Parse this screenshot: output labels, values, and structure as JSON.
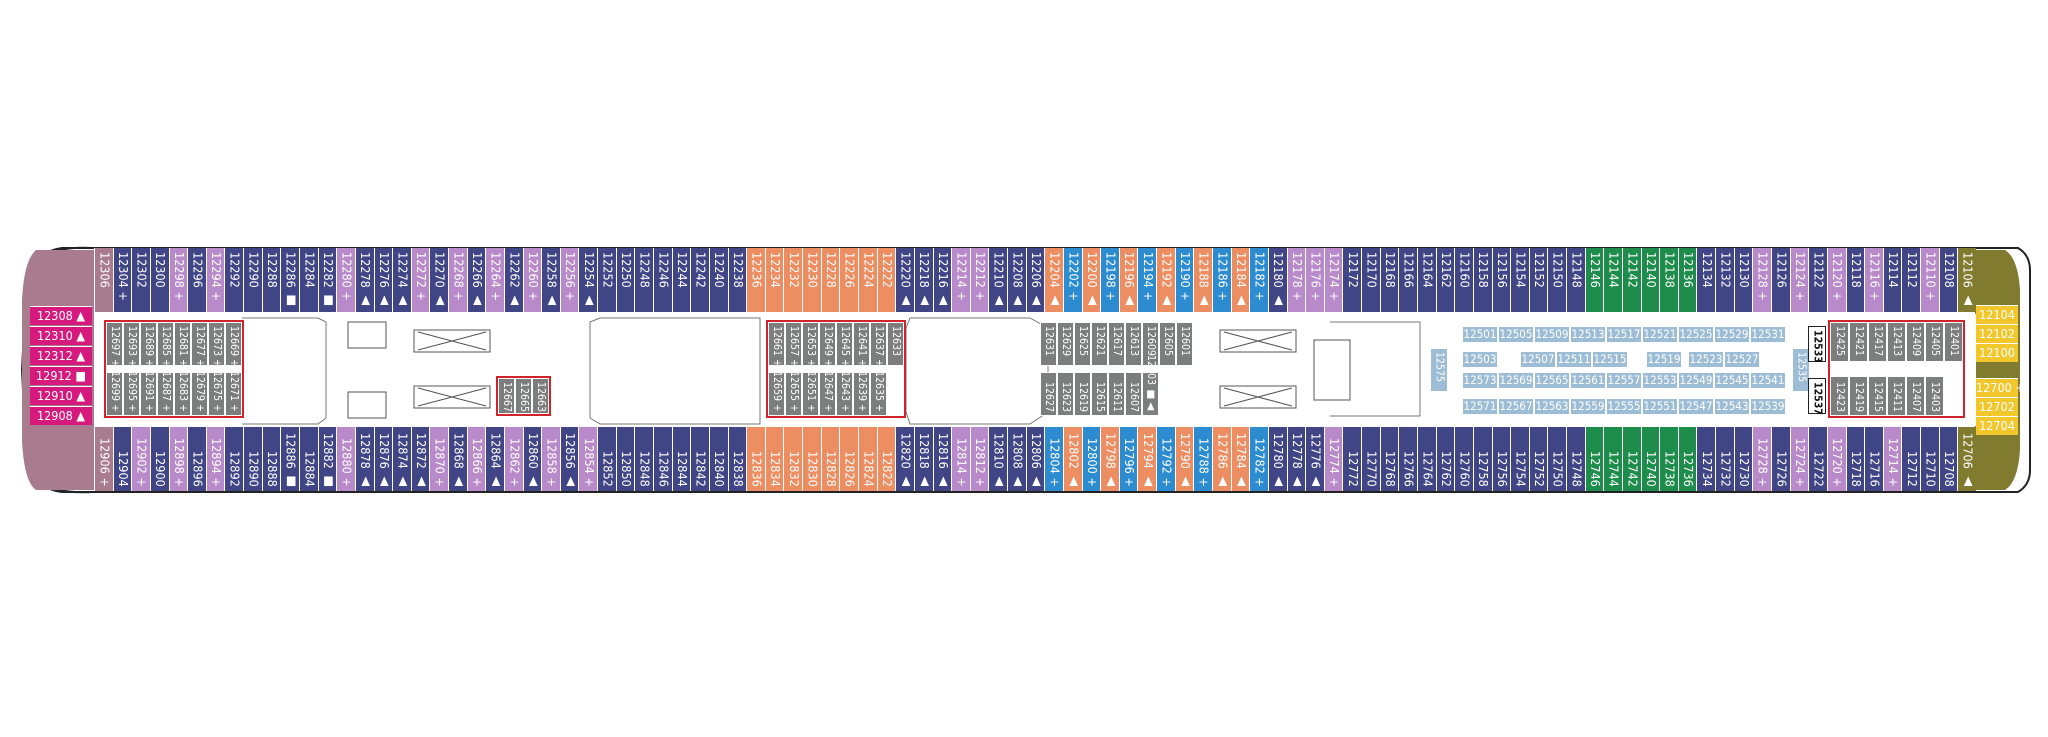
{
  "colors": {
    "navy": "#404586",
    "lilac": "#b98ac9",
    "orange": "#ec8d62",
    "blue": "#2c8ccf",
    "green": "#1e8c4a",
    "grey": "#7c7d7d",
    "lightblue": "#9dbdd6",
    "magenta": "#d6197c",
    "mauve": "#a97b8e",
    "olive": "#817b2f",
    "yellow": "#f1c72c",
    "red": "#d2232a"
  },
  "top_row": [
    {
      "label": "12306",
      "color": "mauve"
    },
    {
      "label": "12304 +",
      "color": "navy"
    },
    {
      "label": "12302",
      "color": "navy"
    },
    {
      "label": "12300",
      "color": "navy"
    },
    {
      "label": "12298 +",
      "color": "lilac"
    },
    {
      "label": "12296",
      "color": "navy"
    },
    {
      "label": "12294 +",
      "color": "lilac"
    },
    {
      "label": "12292",
      "color": "navy"
    },
    {
      "label": "12290",
      "color": "navy"
    },
    {
      "label": "12288",
      "color": "navy"
    },
    {
      "label": "12286 ■",
      "color": "navy"
    },
    {
      "label": "12284",
      "color": "navy"
    },
    {
      "label": "12282 ■",
      "color": "navy"
    },
    {
      "label": "12280 +",
      "color": "lilac"
    },
    {
      "label": "12278 ▲",
      "color": "navy"
    },
    {
      "label": "12276 ▲",
      "color": "navy"
    },
    {
      "label": "12274 ▲",
      "color": "navy"
    },
    {
      "label": "12272 +",
      "color": "lilac"
    },
    {
      "label": "12270 ▲",
      "color": "navy"
    },
    {
      "label": "12268 +",
      "color": "lilac"
    },
    {
      "label": "12266 ▲",
      "color": "navy"
    },
    {
      "label": "12264 +",
      "color": "lilac"
    },
    {
      "label": "12262 ▲",
      "color": "navy"
    },
    {
      "label": "12260 +",
      "color": "lilac"
    },
    {
      "label": "12258 ▲",
      "color": "navy"
    },
    {
      "label": "12256 +",
      "color": "lilac"
    },
    {
      "label": "12254 ▲",
      "color": "navy"
    },
    {
      "label": "12252",
      "color": "navy"
    },
    {
      "label": "12250",
      "color": "navy"
    },
    {
      "label": "12248",
      "color": "navy"
    },
    {
      "label": "12246",
      "color": "navy"
    },
    {
      "label": "12244",
      "color": "navy"
    },
    {
      "label": "12242",
      "color": "navy"
    },
    {
      "label": "12240",
      "color": "navy"
    },
    {
      "label": "12238",
      "color": "navy"
    },
    {
      "label": "12236",
      "color": "orange"
    },
    {
      "label": "12234",
      "color": "orange"
    },
    {
      "label": "12232",
      "color": "orange"
    },
    {
      "label": "12230",
      "color": "orange"
    },
    {
      "label": "12228",
      "color": "orange"
    },
    {
      "label": "12226",
      "color": "orange"
    },
    {
      "label": "12224",
      "color": "orange"
    },
    {
      "label": "12222",
      "color": "orange"
    },
    {
      "label": "12220 ▲",
      "color": "navy"
    },
    {
      "label": "12218 ▲",
      "color": "navy"
    },
    {
      "label": "12216 ▲",
      "color": "navy"
    },
    {
      "label": "12214 +",
      "color": "lilac"
    },
    {
      "label": "12212 +",
      "color": "lilac"
    },
    {
      "label": "12210 ▲",
      "color": "navy"
    },
    {
      "label": "12208 ▲",
      "color": "navy"
    },
    {
      "label": "12206 ▲",
      "color": "navy"
    },
    {
      "label": "12204 ▲",
      "color": "orange"
    },
    {
      "label": "12202 +",
      "color": "blue"
    },
    {
      "label": "12200 ▲",
      "color": "orange"
    },
    {
      "label": "12198 +",
      "color": "blue"
    },
    {
      "label": "12196 ▲",
      "color": "orange"
    },
    {
      "label": "12194 +",
      "color": "blue"
    },
    {
      "label": "12192 ▲",
      "color": "orange"
    },
    {
      "label": "12190 +",
      "color": "blue"
    },
    {
      "label": "12188 ▲",
      "color": "orange"
    },
    {
      "label": "12186 +",
      "color": "blue"
    },
    {
      "label": "12184 ▲",
      "color": "orange"
    },
    {
      "label": "12182 +",
      "color": "blue"
    },
    {
      "label": "12180 ▲",
      "color": "navy"
    },
    {
      "label": "12178 +",
      "color": "lilac"
    },
    {
      "label": "12176 +",
      "color": "lilac"
    },
    {
      "label": "12174 +",
      "color": "lilac"
    },
    {
      "label": "12172",
      "color": "navy"
    },
    {
      "label": "12170",
      "color": "navy"
    },
    {
      "label": "12168",
      "color": "navy"
    },
    {
      "label": "12166",
      "color": "navy"
    },
    {
      "label": "12164",
      "color": "navy"
    },
    {
      "label": "12162",
      "color": "navy"
    },
    {
      "label": "12160",
      "color": "navy"
    },
    {
      "label": "12158",
      "color": "navy"
    },
    {
      "label": "12156",
      "color": "navy"
    },
    {
      "label": "12154",
      "color": "navy"
    },
    {
      "label": "12152",
      "color": "navy"
    },
    {
      "label": "12150",
      "color": "navy"
    },
    {
      "label": "12148",
      "color": "navy"
    },
    {
      "label": "12146",
      "color": "green"
    },
    {
      "label": "12144",
      "color": "green"
    },
    {
      "label": "12142",
      "color": "green"
    },
    {
      "label": "12140",
      "color": "green"
    },
    {
      "label": "12138",
      "color": "green"
    },
    {
      "label": "12136",
      "color": "green"
    },
    {
      "label": "12134",
      "color": "navy"
    },
    {
      "label": "12132",
      "color": "navy"
    },
    {
      "label": "12130",
      "color": "navy"
    },
    {
      "label": "12128 +",
      "color": "lilac"
    },
    {
      "label": "12126",
      "color": "navy"
    },
    {
      "label": "12124 +",
      "color": "lilac"
    },
    {
      "label": "12122",
      "color": "navy"
    },
    {
      "label": "12120 +",
      "color": "lilac"
    },
    {
      "label": "12118",
      "color": "navy"
    },
    {
      "label": "12116 +",
      "color": "lilac"
    },
    {
      "label": "12114",
      "color": "navy"
    },
    {
      "label": "12112",
      "color": "navy"
    },
    {
      "label": "12110 +",
      "color": "lilac"
    },
    {
      "label": "12108",
      "color": "navy"
    },
    {
      "label": "12106 ▲",
      "color": "olive"
    }
  ],
  "bottom_row": [
    {
      "label": "12906 +",
      "color": "mauve"
    },
    {
      "label": "12904",
      "color": "navy"
    },
    {
      "label": "12902 +",
      "color": "lilac"
    },
    {
      "label": "12900",
      "color": "navy"
    },
    {
      "label": "12898 +",
      "color": "lilac"
    },
    {
      "label": "12896",
      "color": "navy"
    },
    {
      "label": "12894 +",
      "color": "lilac"
    },
    {
      "label": "12892",
      "color": "navy"
    },
    {
      "label": "12890",
      "color": "navy"
    },
    {
      "label": "12888",
      "color": "navy"
    },
    {
      "label": "12886 ■",
      "color": "navy"
    },
    {
      "label": "12884",
      "color": "navy"
    },
    {
      "label": "12882 ■",
      "color": "navy"
    },
    {
      "label": "12880 +",
      "color": "lilac"
    },
    {
      "label": "12878 ▲",
      "color": "navy"
    },
    {
      "label": "12876 ▲",
      "color": "navy"
    },
    {
      "label": "12874 ▲",
      "color": "navy"
    },
    {
      "label": "12872 ▲",
      "color": "navy"
    },
    {
      "label": "12870 +",
      "color": "lilac"
    },
    {
      "label": "12868 ▲",
      "color": "navy"
    },
    {
      "label": "12866 +",
      "color": "lilac"
    },
    {
      "label": "12864 ▲",
      "color": "navy"
    },
    {
      "label": "12862 +",
      "color": "lilac"
    },
    {
      "label": "12860 ▲",
      "color": "navy"
    },
    {
      "label": "12858 +",
      "color": "lilac"
    },
    {
      "label": "12856 ▲",
      "color": "navy"
    },
    {
      "label": "12854 +",
      "color": "lilac"
    },
    {
      "label": "12852",
      "color": "navy"
    },
    {
      "label": "12850",
      "color": "navy"
    },
    {
      "label": "12848",
      "color": "navy"
    },
    {
      "label": "12846",
      "color": "navy"
    },
    {
      "label": "12844",
      "color": "navy"
    },
    {
      "label": "12842",
      "color": "navy"
    },
    {
      "label": "12840",
      "color": "navy"
    },
    {
      "label": "12838",
      "color": "navy"
    },
    {
      "label": "12836",
      "color": "orange"
    },
    {
      "label": "12834",
      "color": "orange"
    },
    {
      "label": "12832",
      "color": "orange"
    },
    {
      "label": "12830",
      "color": "orange"
    },
    {
      "label": "12828",
      "color": "orange"
    },
    {
      "label": "12826",
      "color": "orange"
    },
    {
      "label": "12824",
      "color": "orange"
    },
    {
      "label": "12822",
      "color": "orange"
    },
    {
      "label": "12820 ▲",
      "color": "navy"
    },
    {
      "label": "12818 ▲",
      "color": "navy"
    },
    {
      "label": "12816 ▲",
      "color": "navy"
    },
    {
      "label": "12814 +",
      "color": "lilac"
    },
    {
      "label": "12812 +",
      "color": "lilac"
    },
    {
      "label": "12810 ▲",
      "color": "navy"
    },
    {
      "label": "12808 ▲",
      "color": "navy"
    },
    {
      "label": "12806 ▲",
      "color": "navy"
    },
    {
      "label": "12804 +",
      "color": "blue"
    },
    {
      "label": "12802 ▲",
      "color": "orange"
    },
    {
      "label": "12800 +",
      "color": "blue"
    },
    {
      "label": "12798 ▲",
      "color": "orange"
    },
    {
      "label": "12796 +",
      "color": "blue"
    },
    {
      "label": "12794 ▲",
      "color": "orange"
    },
    {
      "label": "12792 +",
      "color": "blue"
    },
    {
      "label": "12790 ▲",
      "color": "orange"
    },
    {
      "label": "12788 +",
      "color": "blue"
    },
    {
      "label": "12786 ▲",
      "color": "orange"
    },
    {
      "label": "12784 ▲",
      "color": "orange"
    },
    {
      "label": "12782 +",
      "color": "blue"
    },
    {
      "label": "12780 ▲",
      "color": "navy"
    },
    {
      "label": "12778 ▲",
      "color": "navy"
    },
    {
      "label": "12776 ▲",
      "color": "navy"
    },
    {
      "label": "12774 +",
      "color": "lilac"
    },
    {
      "label": "12772",
      "color": "navy"
    },
    {
      "label": "12770",
      "color": "navy"
    },
    {
      "label": "12768",
      "color": "navy"
    },
    {
      "label": "12766",
      "color": "navy"
    },
    {
      "label": "12764",
      "color": "navy"
    },
    {
      "label": "12762",
      "color": "navy"
    },
    {
      "label": "12760",
      "color": "navy"
    },
    {
      "label": "12758",
      "color": "navy"
    },
    {
      "label": "12756",
      "color": "navy"
    },
    {
      "label": "12754",
      "color": "navy"
    },
    {
      "label": "12752",
      "color": "navy"
    },
    {
      "label": "12750",
      "color": "navy"
    },
    {
      "label": "12748",
      "color": "navy"
    },
    {
      "label": "12746",
      "color": "green"
    },
    {
      "label": "12744",
      "color": "green"
    },
    {
      "label": "12742",
      "color": "green"
    },
    {
      "label": "12740",
      "color": "green"
    },
    {
      "label": "12738",
      "color": "green"
    },
    {
      "label": "12736",
      "color": "green"
    },
    {
      "label": "12734",
      "color": "navy"
    },
    {
      "label": "12732",
      "color": "navy"
    },
    {
      "label": "12730",
      "color": "navy"
    },
    {
      "label": "12728 +",
      "color": "lilac"
    },
    {
      "label": "12726",
      "color": "navy"
    },
    {
      "label": "12724 +",
      "color": "lilac"
    },
    {
      "label": "12722",
      "color": "navy"
    },
    {
      "label": "12720 +",
      "color": "lilac"
    },
    {
      "label": "12718",
      "color": "navy"
    },
    {
      "label": "12716",
      "color": "navy"
    },
    {
      "label": "12714 +",
      "color": "lilac"
    },
    {
      "label": "12712",
      "color": "navy"
    },
    {
      "label": "12710",
      "color": "navy"
    },
    {
      "label": "12708",
      "color": "navy"
    },
    {
      "label": "12706 ▲",
      "color": "olive"
    }
  ],
  "aft_suites": [
    "12308 ▲",
    "12310 ▲",
    "12312 ▲",
    "12912 ■",
    "12910 ▲",
    "12908 ▲"
  ],
  "fwd_top": [
    "12104",
    "12102",
    "12100"
  ],
  "fwd_bottom": [
    "12700 +",
    "12702",
    "12704"
  ],
  "interior_aft": {
    "top": [
      "12697 +",
      "12693 +",
      "12689 +",
      "12685 +",
      "12681 +",
      "12677 +",
      "12673 +",
      "12669 +"
    ],
    "bottom": [
      "12699 +",
      "12695 +",
      "12691 +",
      "12687 +",
      "12683 +",
      "12679 +",
      "12675 +",
      "12671 +"
    ]
  },
  "interior_aft2": [
    "12667",
    "12665 +",
    "12663 +"
  ],
  "interior_mid": {
    "top": [
      "12661 +",
      "12657 +",
      "12653 +",
      "12649 +",
      "12645 +",
      "12641 +",
      "12637 +",
      "12633"
    ],
    "bottom": [
      "12659 +",
      "12655 +",
      "12651 +",
      "12647 +",
      "12643 +",
      "12639 +",
      "12635 +"
    ]
  },
  "interior_fwd": {
    "top": [
      "12631",
      "12629",
      "12625",
      "12621",
      "12617",
      "12613",
      "12609",
      "12605",
      "12601"
    ],
    "bottom": [
      "12627",
      "12623",
      "12619",
      "12615",
      "12611",
      "12607",
      "12603 ■▲"
    ]
  },
  "inner_grid": {
    "row1": [
      "12501",
      "12505",
      "12509",
      "12513",
      "12517",
      "12521",
      "12525",
      "12529",
      "12531"
    ],
    "row2": [
      "12503",
      "12507",
      "12511",
      "12515",
      "12519",
      "12523",
      "12527"
    ],
    "row3": [
      "12573",
      "12569",
      "12565",
      "12561",
      "12557",
      "12553",
      "12549",
      "12545",
      "12541"
    ],
    "row4": [
      "12571",
      "12567",
      "12563",
      "12559",
      "12555",
      "12551",
      "12547",
      "12543",
      "12539"
    ],
    "vertical": [
      "12575",
      "12535"
    ],
    "boxed": [
      "12533",
      "12537"
    ]
  },
  "interior_bow": {
    "top": [
      "12425",
      "12421",
      "12417",
      "12413",
      "12409",
      "12405",
      "12401"
    ],
    "bottom": [
      "12423",
      "12419",
      "12415",
      "12411",
      "12407",
      "12403"
    ]
  }
}
